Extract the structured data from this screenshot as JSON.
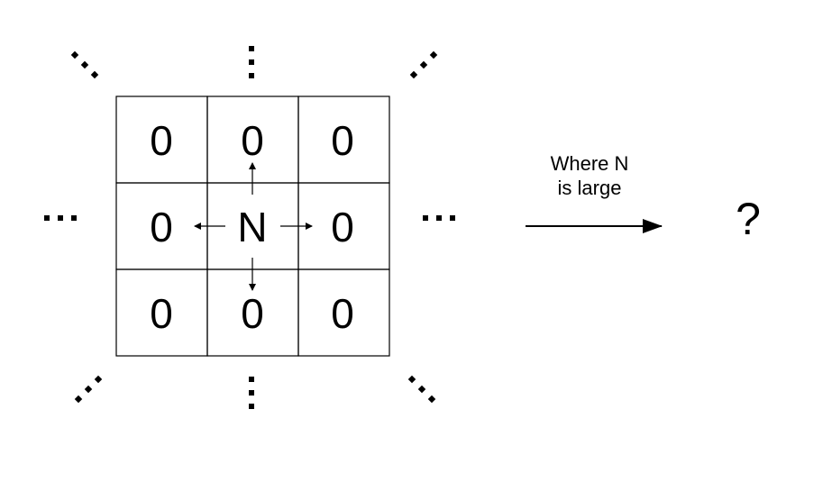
{
  "grid": {
    "rows": [
      [
        "0",
        "0",
        "0"
      ],
      [
        "0",
        "N",
        "0"
      ],
      [
        "0",
        "0",
        "0"
      ]
    ]
  },
  "caption": {
    "line1": "Where N",
    "line2": "is large"
  },
  "result": {
    "label": "?"
  },
  "colors": {
    "stroke": "#000000",
    "background": "#ffffff"
  },
  "icons": {
    "continuation": "ellipsis-dots-icon",
    "transition": "arrow-right-icon",
    "spread": "arrow-icon"
  }
}
